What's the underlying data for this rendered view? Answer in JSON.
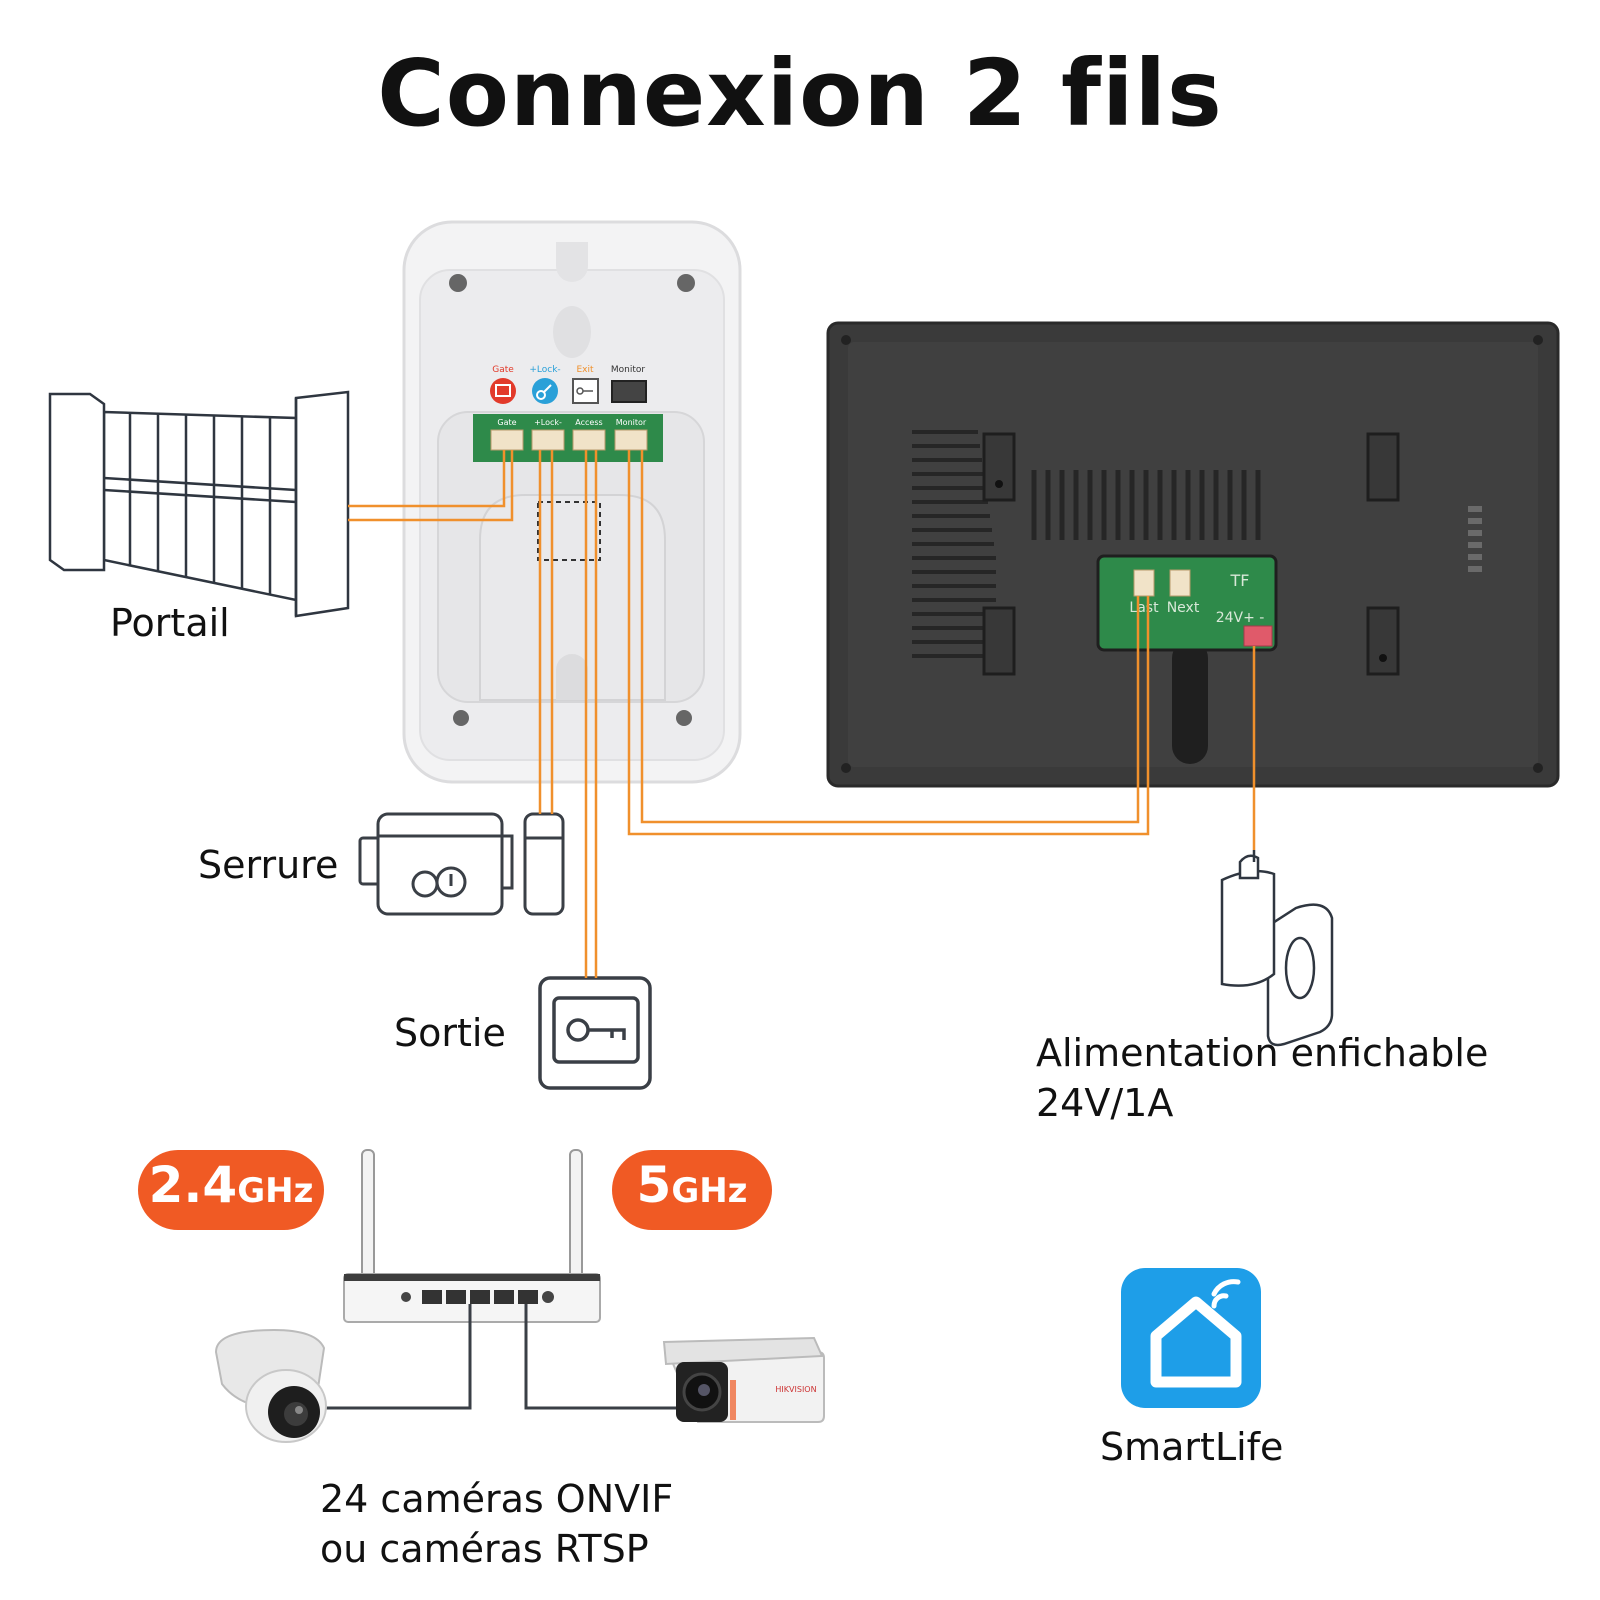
{
  "title": "Connexion 2 fils",
  "colors": {
    "wire": "#f0902c",
    "badge": "#f05a24",
    "monitor": "#3a3a3a",
    "panel": "#efeff0",
    "pcb": "#2e8a4a",
    "smartlife": "#1e9ee8"
  },
  "door_panel": {
    "icon_labels": [
      "Gate",
      "+Lock-",
      "Exit",
      "Monitor"
    ],
    "terminal_labels": [
      "Gate",
      "+Lock-",
      "Access",
      "Monitor"
    ]
  },
  "monitor_board": {
    "labels": [
      "Last",
      "Next",
      "TF",
      "24V+  -"
    ]
  },
  "labels": {
    "portail": "Portail",
    "serrure": "Serrure",
    "sortie": "Sortie",
    "power_line1": "Alimentation enfichable",
    "power_line2": "24V/1A",
    "cameras_line1": "24 caméras ONVIF",
    "cameras_line2": "ou caméras RTSP",
    "smartlife": "SmartLife"
  },
  "wifi": {
    "band1_num": "2.4",
    "band1_unit": "GHz",
    "band2_num": "5",
    "band2_unit": "GHz"
  },
  "camera_brand": "HIKVISION"
}
